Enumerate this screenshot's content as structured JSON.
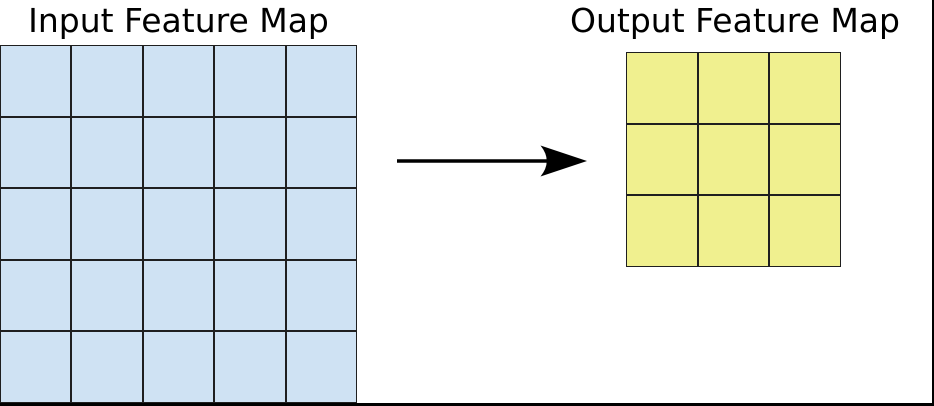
{
  "figure": {
    "background": "#ffffff",
    "border_color": "#000000"
  },
  "input_map": {
    "title": "Input Feature Map",
    "rows": 5,
    "cols": 5,
    "cell_fill": "#cfe2f3",
    "line_color": "#1f1f1f"
  },
  "output_map": {
    "title": "Output Feature Map",
    "rows": 3,
    "cols": 3,
    "cell_fill": "#f0f08f",
    "line_color": "#1f1f1f"
  },
  "arrow": {
    "icon": "right-arrow-icon",
    "direction": "left-to-right",
    "color": "#000000"
  }
}
